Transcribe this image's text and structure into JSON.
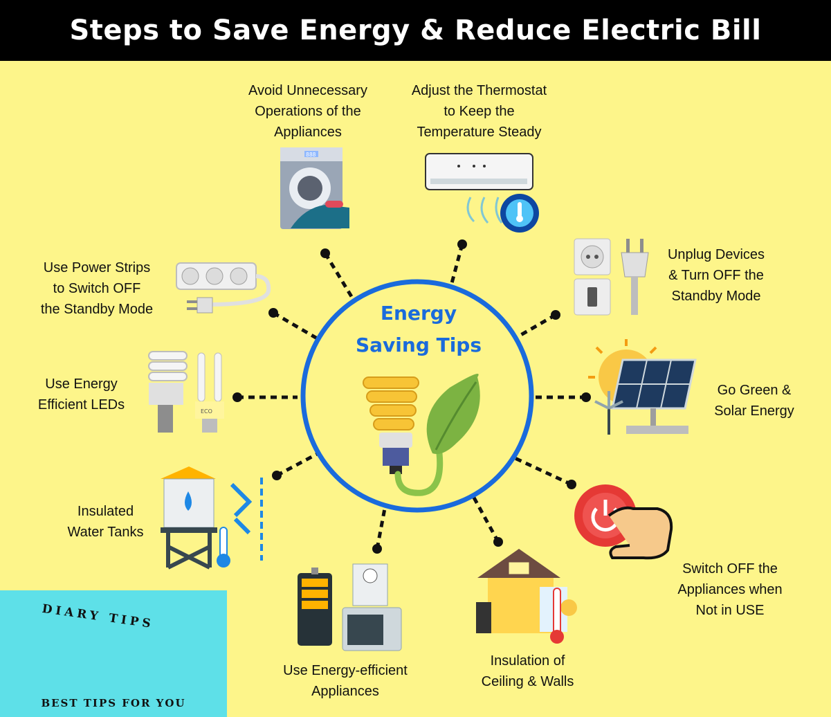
{
  "title": "Steps to Save Energy & Reduce Electric Bill",
  "center": {
    "title": "Energy\nSaving Tips"
  },
  "tips": {
    "avoid_operations": "Avoid Unnecessary\nOperations of the\nAppliances",
    "thermostat": "Adjust the Thermostat\nto Keep the\nTemperature Steady",
    "unplug": "Unplug Devices\n& Turn OFF the\nStandby Mode",
    "solar": "Go Green &\nSolar Energy",
    "switch_off": "Switch OFF the\nAppliances when\nNot in USE",
    "insulation": "Insulation of\nCeiling & Walls",
    "efficient_appliances": "Use Energy-efficient\nAppliances",
    "water_tanks": "Insulated\nWater Tanks",
    "leds": "Use Energy\nEfficient  LEDs",
    "power_strips": "Use Power Strips\nto Switch OFF\nthe Standby Mode"
  },
  "badge": {
    "top": "DIARY TIPS",
    "bottom": "BEST TIPS FOR YOU"
  },
  "misc": {
    "ac_display": "888",
    "eco_mark": "ECO"
  },
  "colors": {
    "background": "#fdf58a",
    "title_bar": "#000000",
    "circle": "#1a6bdc",
    "badge": "#5ee0e8",
    "power_button": "#e53935"
  }
}
